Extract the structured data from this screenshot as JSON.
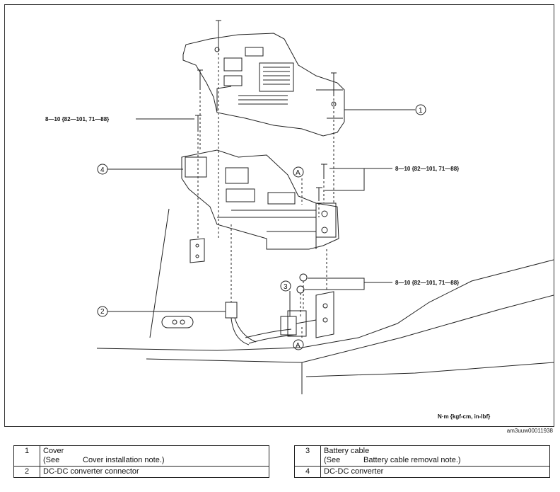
{
  "diagram": {
    "torque_labels": [
      "8—10 {82—101, 71—88}",
      "8—10 {82—101, 71—88}",
      "8—10 {82—101, 71—88}"
    ],
    "callouts": [
      "1",
      "2",
      "3",
      "4"
    ],
    "section_marker": "A",
    "units_note": "N·m {kgf-cm, in-lbf}",
    "image_code": "am3uuw00011938"
  },
  "legend": [
    {
      "num": "1",
      "name": "Cover",
      "note_prefix": "(See",
      "note_text": "Cover installation note.)"
    },
    {
      "num": "2",
      "name": "DC-DC converter connector",
      "note_prefix": "",
      "note_text": ""
    },
    {
      "num": "3",
      "name": "Battery cable",
      "note_prefix": "(See",
      "note_text": "Battery cable removal note.)"
    },
    {
      "num": "4",
      "name": "DC-DC converter",
      "note_prefix": "",
      "note_text": ""
    }
  ]
}
